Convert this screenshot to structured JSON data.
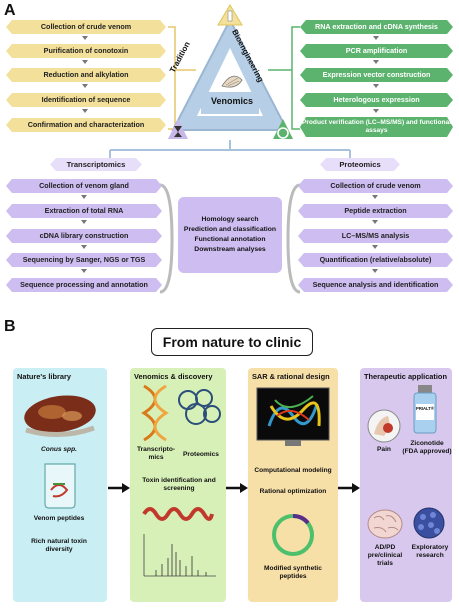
{
  "panel_a": {
    "letter": "A",
    "triangle": {
      "tradition": "Tradition",
      "bioengineering": "Bioengineering",
      "venomics": "Venomics"
    },
    "tradition_steps": [
      "Collection of crude venom",
      "Purification of conotoxin",
      "Reduction and alkylation",
      "Identification of sequence",
      "Confirmation and characterization"
    ],
    "bio_steps": [
      "RNA extraction and cDNA synthesis",
      "PCR amplification",
      "Expression vector construction",
      "Heterologous expression",
      "Product verification (LC–MS/MS) and functional assays"
    ],
    "transcriptomics_label": "Transcriptomics",
    "proteomics_label": "Proteomics",
    "transcriptomics_steps": [
      "Collection of venom gland",
      "Extraction of total RNA",
      "cDNA library construction",
      "Sequencing by Sanger, NGS or TGS",
      "Sequence processing and annotation"
    ],
    "proteomics_steps": [
      "Collection of crude venom",
      "Peptide extraction",
      "LC–MS/MS analysis",
      "Quantification (relative/absolute)",
      "Sequence analysis and identification"
    ],
    "center_items": [
      "Homology search",
      "Prediction and classification",
      "Functional annotation",
      "Downstream analyses"
    ],
    "colors": {
      "tradition": "#f3e09a",
      "bio": "#5cb36e",
      "venomics": "#cdbdf0",
      "triangle": "#b7cfe6"
    }
  },
  "panel_b": {
    "letter": "B",
    "title": "From nature to clinic",
    "columns": [
      {
        "title": "Nature's library",
        "color": "#c9eef3",
        "labels": [
          "Conus spp.",
          "Venom peptides",
          "Rich natural toxin diversity"
        ]
      },
      {
        "title": "Venomics & discovery",
        "color": "#d7f0b8",
        "labels": [
          "Transcripto-mics",
          "Proteomics",
          "Toxin identification and screening"
        ]
      },
      {
        "title": "SAR & rational design",
        "color": "#f7dfa8",
        "labels": [
          "Computational modeling",
          "Rational optimization",
          "Modified synthetic peptides"
        ]
      },
      {
        "title": "Therapeutic application",
        "color": "#d8c8ee",
        "labels": [
          "Pain",
          "Ziconotide (FDA approved)",
          "AD/PD pre/clinical trials",
          "Exploratory research"
        ],
        "vial_label": "PRIALT®"
      }
    ]
  }
}
